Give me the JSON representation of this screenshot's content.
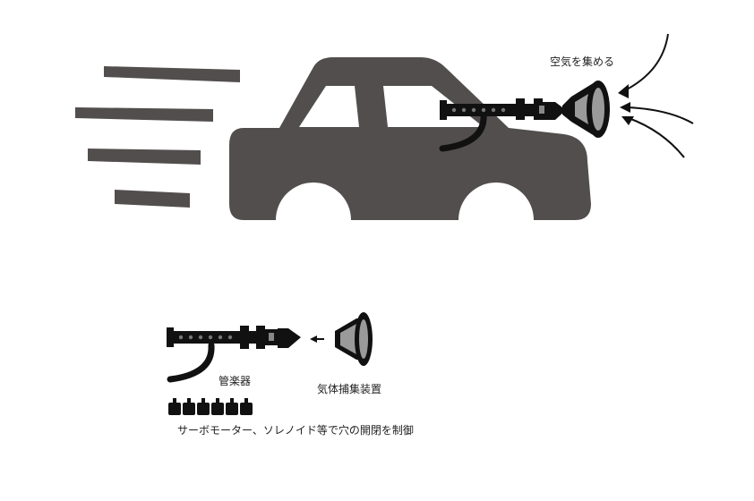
{
  "labels": {
    "collect_air": "空気を集める",
    "wind_instrument": "管楽器",
    "gas_capture_device": "気体捕集装置",
    "control_note": "サーボモーター、ソレノイド等で穴の開閉を制御"
  },
  "colors": {
    "car": "#524e4d",
    "instrument": "#111111",
    "hole": "#777777",
    "funnel_inner": "#9a9a9a",
    "arrow": "#111111"
  },
  "icons": {
    "car": "car-icon",
    "speed_lines": "speed-lines-icon",
    "instrument": "wind-instrument-icon",
    "funnel": "air-funnel-icon",
    "actuators": "actuator-icon"
  }
}
